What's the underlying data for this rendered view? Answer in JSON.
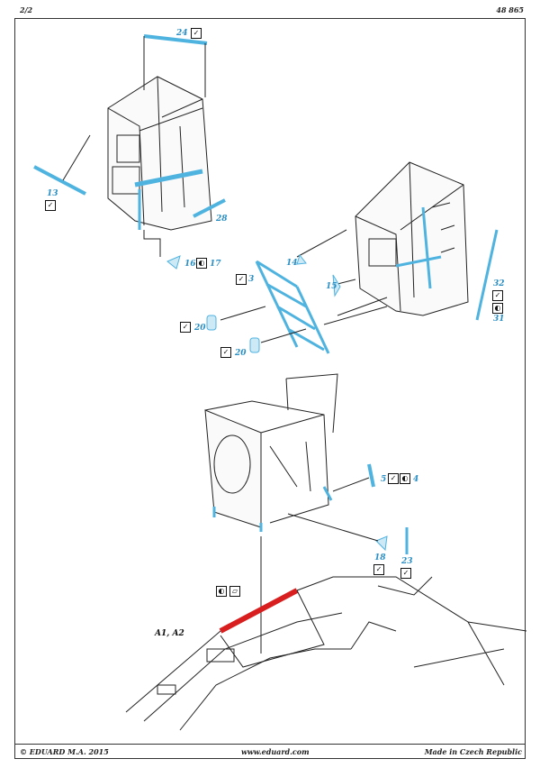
{
  "header": {
    "page": "2/2",
    "code": "48 865"
  },
  "footer": {
    "copyright": "© EDUARD  M.A. 2015",
    "url": "www.eduard.com",
    "origin": "Made in Czech Republic"
  },
  "parts": {
    "p24": "24",
    "p13": "13",
    "p28": "28",
    "p16": "16",
    "p17": "17",
    "p14": "14",
    "p3": "3",
    "p15": "15",
    "p32": "32",
    "p31": "31",
    "p20a": "20",
    "p20b": "20",
    "p5": "5",
    "p4": "4",
    "p18": "18",
    "p23": "23"
  },
  "section_label": "A1, A2",
  "icons": {
    "check": "✓",
    "fold": "◐",
    "paint": "▱"
  },
  "colors": {
    "part": "#4fb3e0",
    "red": "#d81e1e",
    "line": "#222"
  }
}
